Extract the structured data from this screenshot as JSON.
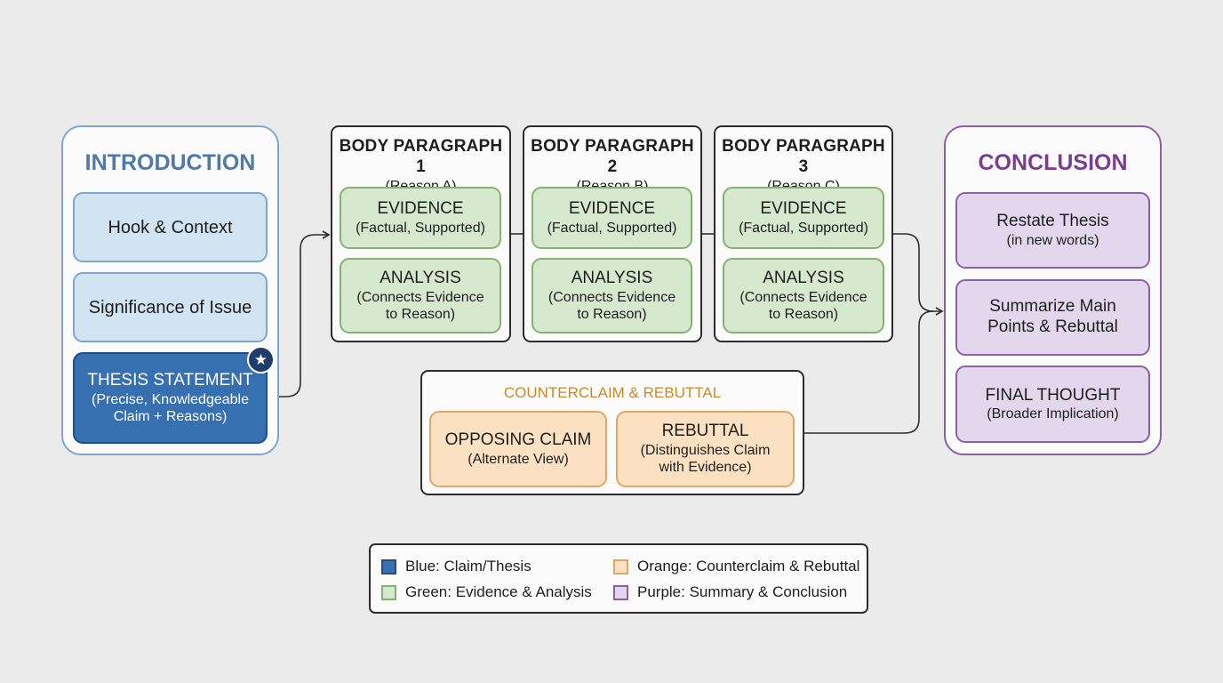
{
  "introduction": {
    "title": "INTRODUCTION",
    "hook": "Hook & Context",
    "significance": "Significance of Issue",
    "thesis": {
      "title": "THESIS STATEMENT",
      "line1": "(Precise, Knowledgeable",
      "line2": "Claim + Reasons)"
    }
  },
  "body_paragraphs": [
    {
      "title": "BODY PARAGRAPH 1",
      "reason": "(Reason A)",
      "evidence": {
        "title": "EVIDENCE",
        "sub": "(Factual, Supported)"
      },
      "analysis": {
        "title": "ANALYSIS",
        "line1": "(Connects Evidence",
        "line2": "to Reason)"
      }
    },
    {
      "title": "BODY PARAGRAPH 2",
      "reason": "(Reason B)",
      "evidence": {
        "title": "EVIDENCE",
        "sub": "(Factual, Supported)"
      },
      "analysis": {
        "title": "ANALYSIS",
        "line1": "(Connects Evidence",
        "line2": "to Reason)"
      }
    },
    {
      "title": "BODY PARAGRAPH 3",
      "reason": "(Reason C)",
      "evidence": {
        "title": "EVIDENCE",
        "sub": "(Factual, Supported)"
      },
      "analysis": {
        "title": "ANALYSIS",
        "line1": "(Connects Evidence",
        "line2": "to Reason)"
      }
    }
  ],
  "counterclaim": {
    "title": "COUNTERCLAIM & REBUTTAL",
    "opposing": {
      "title": "OPPOSING CLAIM",
      "sub": "(Alternate View)"
    },
    "rebuttal": {
      "title": "REBUTTAL",
      "line1": "(Distinguishes Claim",
      "line2": "with Evidence)"
    }
  },
  "conclusion": {
    "title": "CONCLUSION",
    "restate": {
      "line1": "Restate Thesis",
      "line2": "(in new words)"
    },
    "summarize": {
      "line1": "Summarize Main",
      "line2": "Points & Rebuttal"
    },
    "final": {
      "title": "FINAL THOUGHT",
      "sub": "(Broader Implication)"
    }
  },
  "legend": {
    "blue": "Blue: Claim/Thesis",
    "green": "Green: Evidence & Analysis",
    "orange": "Orange: Counterclaim & Rebuttal",
    "purple": "Purple: Summary & Conclusion"
  },
  "colors": {
    "blue": "#3670b0",
    "green": "#d6e9cf",
    "orange": "#fbe1c1",
    "purple": "#e3d7ee",
    "intro_title": "#4f7aa8",
    "conclusion_title": "#7b3e8c",
    "counterclaim_title": "#c98a2a"
  },
  "icons": {
    "thesis_badge": "star-icon"
  }
}
